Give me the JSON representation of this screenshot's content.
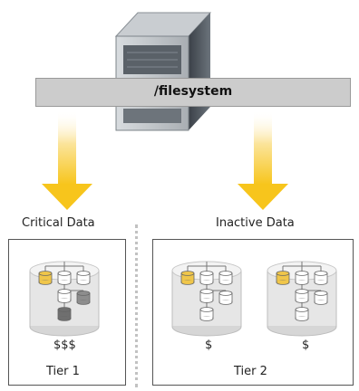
{
  "filesystem_label": "/filesystem",
  "sections": {
    "critical": {
      "heading": "Critical Data",
      "cost": "$$$",
      "tier": "Tier 1"
    },
    "inactive": {
      "heading": "Inactive Data",
      "costs": [
        "$",
        "$"
      ],
      "tier": "Tier 2"
    }
  },
  "colors": {
    "arrow_yellow": "#f7c51c",
    "bar_gray": "#cccccc",
    "server_dark": "#444b52",
    "highlight_disk": "#f0c64a"
  },
  "icons": [
    "server-icon",
    "down-arrow-icon",
    "storage-cylinder-icon",
    "disk-tree-icon"
  ]
}
